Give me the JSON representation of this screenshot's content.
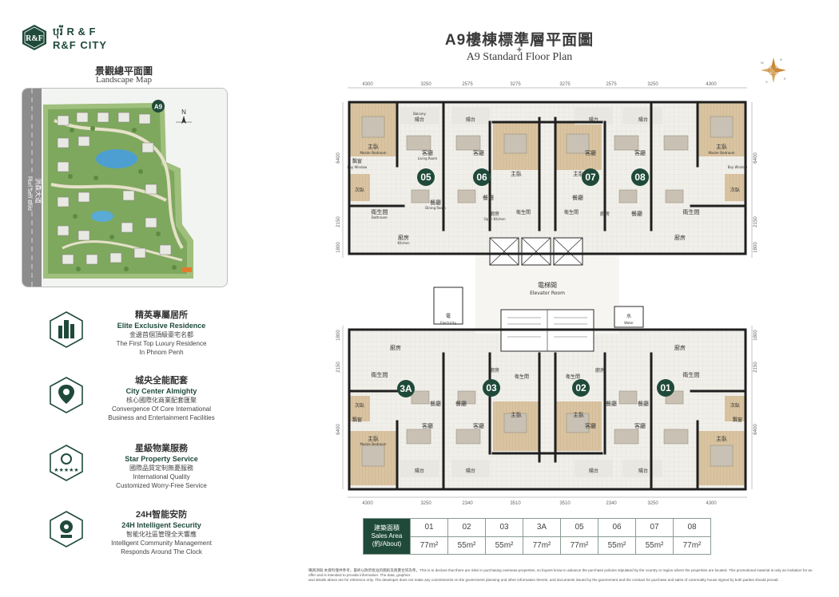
{
  "brand": {
    "badge_text": "R&F",
    "line1": "បុរី R & F",
    "line2": "R&F CITY"
  },
  "landscape_map": {
    "title_zh": "景觀總平面圖",
    "title_en": "Landscape Map",
    "north": "N",
    "road_zh": "洪森大道",
    "road_en": "Hun Sen Blvd",
    "marker": "A9"
  },
  "features": [
    {
      "zh": "精英專屬居所",
      "en": "Elite Exclusive Residence",
      "sub1": "金邊首個頂級豪宅名都",
      "sub2": "The First Top Luxury Residence",
      "sub3": "In Phnom Penh",
      "icon": "buildings-icon"
    },
    {
      "zh": "城央全能配套",
      "en": "City Center Almighty",
      "sub1": "核心國際化商業配套匯聚",
      "sub2": "Convergence Of Core International",
      "sub3": "Business and Entertainment Facilities",
      "icon": "location-pin-icon"
    },
    {
      "zh": "星級物業服務",
      "en": "Star Property Service",
      "sub1": "國際品質定制無憂服務",
      "sub2": "International Quality",
      "sub3": "Customized Worry-Free Service",
      "icon": "five-star-icon"
    },
    {
      "zh": "24H智能安防",
      "en": "24H Intelligent Security",
      "sub1": "智能化社區管理全天響應",
      "sub2": "Intelligent Community Management",
      "sub3": "Responds Around The Clock",
      "icon": "security-camera-icon"
    }
  ],
  "title": {
    "zh": "A9樓棟標準層平面圖",
    "en": "A9 Standard Floor Plan"
  },
  "compass": {
    "n": "N",
    "e": "E",
    "s": "S",
    "w": "W"
  },
  "plan": {
    "dims_top": [
      "4300",
      "3250",
      "2575",
      "3275",
      "3275",
      "2575",
      "3250",
      "4300"
    ],
    "dims_bottom": [
      "4300",
      "3250",
      "2340",
      "3510",
      "3510",
      "2340",
      "3250",
      "4300"
    ],
    "dims_left_top": [
      "6400",
      "2150",
      "1800"
    ],
    "dims_left_bottom": [
      "1800",
      "2150",
      "6400"
    ],
    "units_top": [
      "05",
      "06",
      "07",
      "08"
    ],
    "units_bottom": [
      "3A",
      "03",
      "02",
      "01"
    ],
    "elevator_zh": "電梯間",
    "elevator_en": "Elevator Room",
    "electricity_zh": "電",
    "electricity_en": "Electricity",
    "water_zh": "水",
    "water_en": "Water",
    "rooms": {
      "balcony_zh": "陽台",
      "balcony_en": "Balcony",
      "master_zh": "主臥",
      "master_en": "Master Bedroom",
      "living_zh": "客廳",
      "living_en": "Living Room",
      "dining_zh": "餐廳",
      "dining_en": "Dining Room",
      "bay_zh": "飄窗",
      "bay_en": "Bay Window",
      "bedroom_zh": "次臥",
      "bedroom_en": "Bedroom",
      "bath_zh": "衛生間",
      "bath_en": "Bathroom",
      "kitchen_zh": "廚房",
      "kitchen_en": "Kitchen",
      "open_kitchen_en": "Open Kitchen"
    }
  },
  "area_table": {
    "header_zh": "建築面積",
    "header_en1": "Sales Area",
    "header_en2": "(約/About)",
    "units": [
      "01",
      "02",
      "03",
      "3A",
      "05",
      "06",
      "07",
      "08"
    ],
    "areas": [
      "77m²",
      "55m²",
      "55m²",
      "77m²",
      "77m²",
      "55m²",
      "55m²",
      "77m²"
    ]
  },
  "disclaimer": {
    "line1": "購買須知:本資料僅供參考，最終以政府批准的圖則及買賣合同為準。This is to declare that there are risks in purchasing overseas properties, so buyers know in advance the purchase policies stipulated by the country or region where the properties are located. This promotional material is only an invitation for an offer and is intended to provide information. The data, graphics",
    "line2": "and details above are for reference only. The developer does not make any commitments on the government planning and other information therein, and documents issued by the government and the contract for purchase and sales of commodity house signed by both parties should prevail."
  }
}
